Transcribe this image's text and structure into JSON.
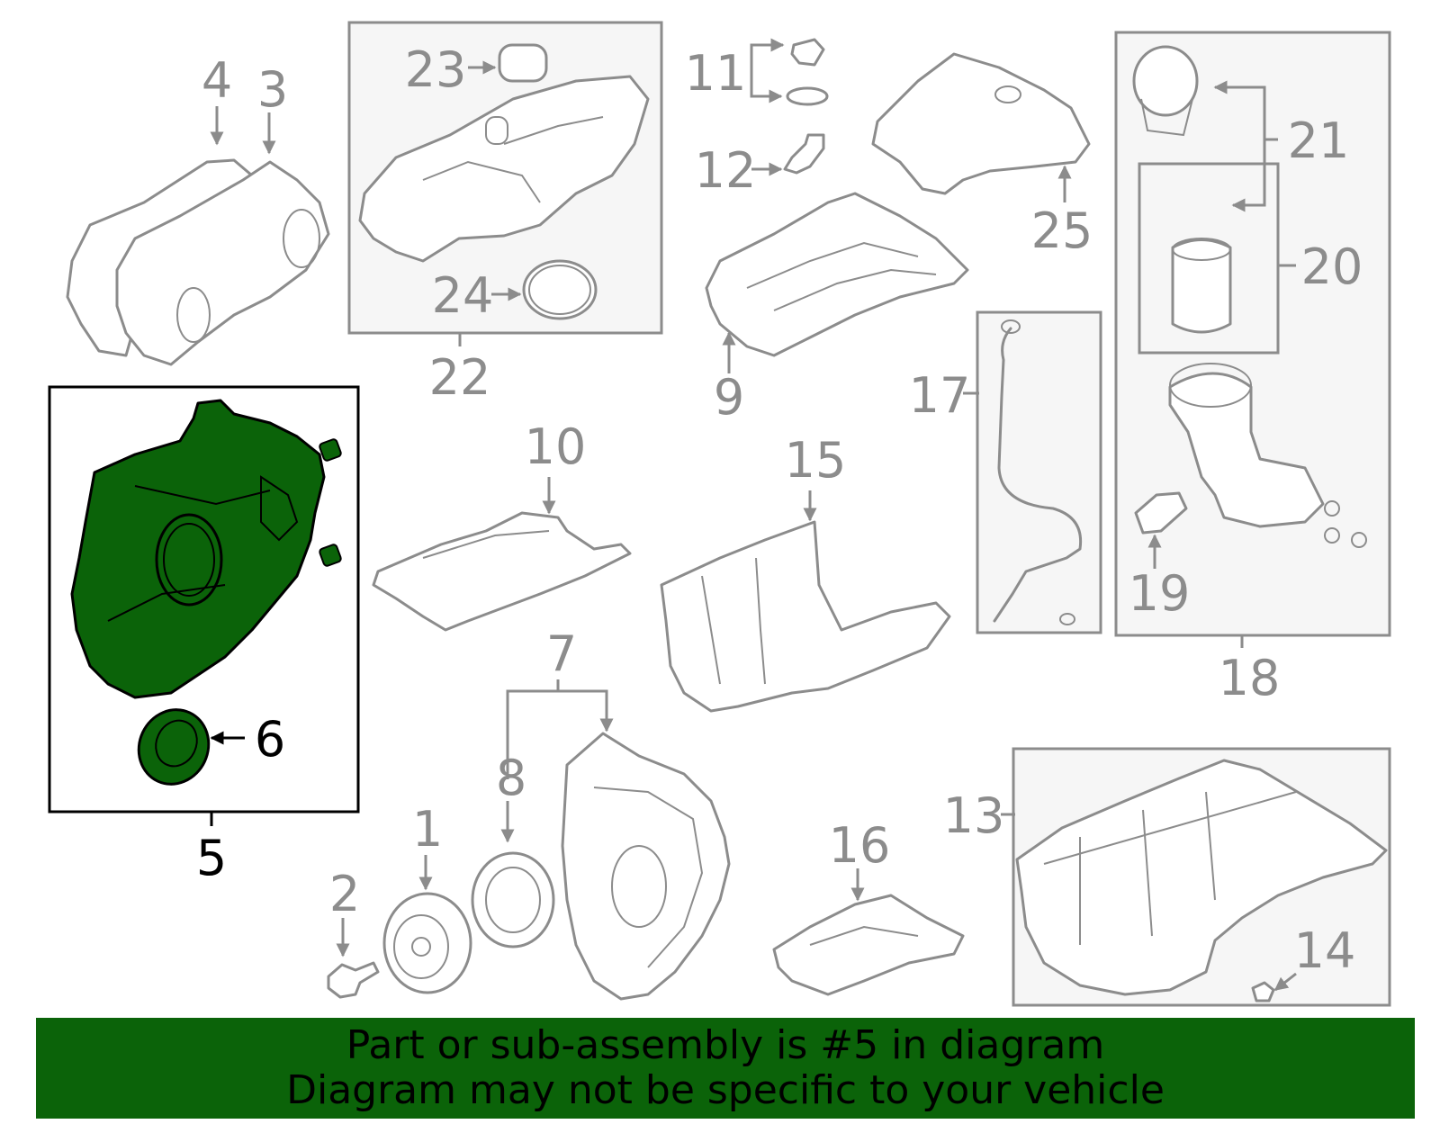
{
  "colors": {
    "highlight_fill": "#0b6309",
    "line_gray": "#8c8c8c",
    "banner_bg": "#0b6309",
    "selected_box": "#000000"
  },
  "selected_part": "5",
  "callouts": {
    "c1": "1",
    "c2": "2",
    "c3": "3",
    "c4": "4",
    "c5": "5",
    "c6": "6",
    "c7": "7",
    "c8": "8",
    "c9": "9",
    "c10": "10",
    "c11": "11",
    "c12": "12",
    "c13": "13",
    "c14": "14",
    "c15": "15",
    "c16": "16",
    "c17": "17",
    "c18": "18",
    "c19": "19",
    "c20": "20",
    "c21": "21",
    "c22": "22",
    "c23": "23",
    "c24": "24",
    "c25": "25"
  },
  "banner": {
    "line1": "Part or sub-assembly is #5 in diagram",
    "line2": "Diagram may not be specific to your vehicle"
  }
}
